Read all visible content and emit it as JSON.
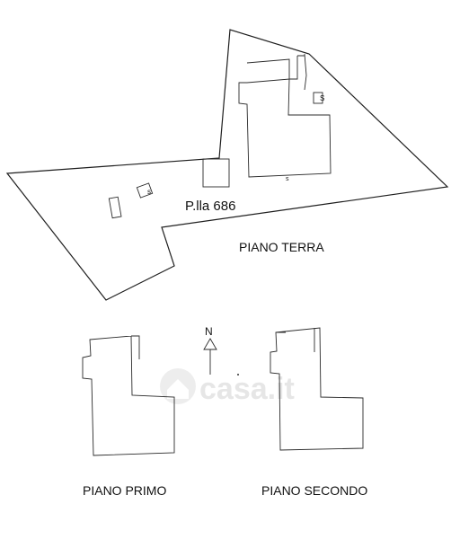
{
  "plan": {
    "parcel_label": "P.lla 686",
    "section_labels": {
      "ground_floor": "PIANO TERRA",
      "first_floor": "PIANO PRIMO",
      "second_floor": "PIANO SECONDO"
    },
    "north_label": "N",
    "stair_marker": "S",
    "small_marker": "s"
  },
  "watermark": {
    "text": "casa.it"
  },
  "colors": {
    "line": "#2b2b2b",
    "text": "#111111",
    "watermark": "#e6e6e6",
    "background": "#ffffff"
  }
}
